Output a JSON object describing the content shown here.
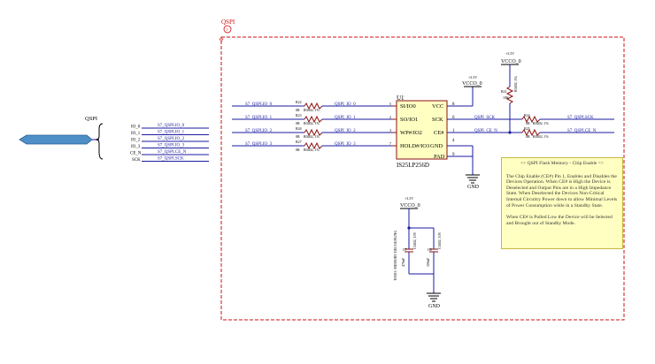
{
  "sheet": {
    "label": "QSPI",
    "port": "QSPI"
  },
  "chip": {
    "ref": "U1",
    "part": "IS25LP256D",
    "left_pins": [
      "SI/IO0",
      "SO/IO1",
      "WP#/IO2",
      "HOLD#/IO3"
    ],
    "left_pin_numbers": [
      "5",
      "2",
      "3",
      "7"
    ],
    "right_pins": [
      "VCC",
      "SCK",
      "CE#",
      "GND",
      "PAD"
    ],
    "right_pin_numbers": [
      "8",
      "6",
      "1",
      "4",
      "9"
    ]
  },
  "bus_nets": [
    "IO_0",
    "IO_1",
    "IO_2",
    "IO_3",
    "CE_N",
    "SCK"
  ],
  "bus_net_labels": [
    "S7_QSPI.IO_0",
    "S7_QSPI.IO_1",
    "S7_QSPI.IO_2",
    "S7_QSPI.IO_3",
    "S7_QSPI.CE_N",
    "S7_QSPI.SCK"
  ],
  "left_nets": [
    "S7_QSPI.IO_0",
    "S7_QSPI.IO_1",
    "S7_QSPI.IO_2",
    "S7_QSPI.IO_3"
  ],
  "mid_nets": [
    "QSPI_IO_0",
    "QSPI_IO_1",
    "QSPI_IO_2",
    "QSPI_IO_3"
  ],
  "left_resistors": [
    {
      "ref": "R22",
      "val": "0R",
      "pkg": "R0402, 1%"
    },
    {
      "ref": "R23",
      "val": "0R",
      "pkg": "R0402, 1%"
    },
    {
      "ref": "R26",
      "val": "0R",
      "pkg": "R0402, 1%"
    },
    {
      "ref": "R27",
      "val": "0R",
      "pkg": "R0402, 1%"
    }
  ],
  "right_nets": {
    "sck_mid": "QSPI_SCK",
    "ce_mid": "QSPI_CE_N",
    "sck_out": "S7_QSPI.SCK",
    "ce_out": "S7_QSPI.CE_N"
  },
  "right_resistors": [
    {
      "ref": "R24",
      "val": "0R",
      "pkg": "R0402, 1%"
    },
    {
      "ref": "R25",
      "val": "0R",
      "pkg": "R0402, 1%"
    }
  ],
  "pullup": {
    "ref": "R21",
    "val": "10K",
    "pkg": "R0402, 1%"
  },
  "power": {
    "rail": "VCCO_0",
    "voltage": "+3.3V",
    "gnd": "GND"
  },
  "caps": [
    {
      "ref": "C7",
      "val": "470nF",
      "pkg": "C0402, 10V"
    },
    {
      "ref": "C8",
      "val": "100nF",
      "pkg": "C0402, 10V"
    }
  ],
  "cap_note": "TODO: MEMORY DECOUPLING",
  "note": {
    "title": "<> QSPI Flash Memory - Chip Enable <>",
    "p1": "The Chip Enable (CE#) Pin 1, Enables and Disables the Devices Operation. When CE# is High the Device is Deselected and Output Pins are in a High Impedance State. When Deselected the Devices Non-Critical Internal Circuitry Power down to allow Minimal Levels of Power Consumption while in a Standby State.",
    "p2": "When CE# is Pulled Low the Device will be Selected and Brought out of Standby Mode."
  }
}
